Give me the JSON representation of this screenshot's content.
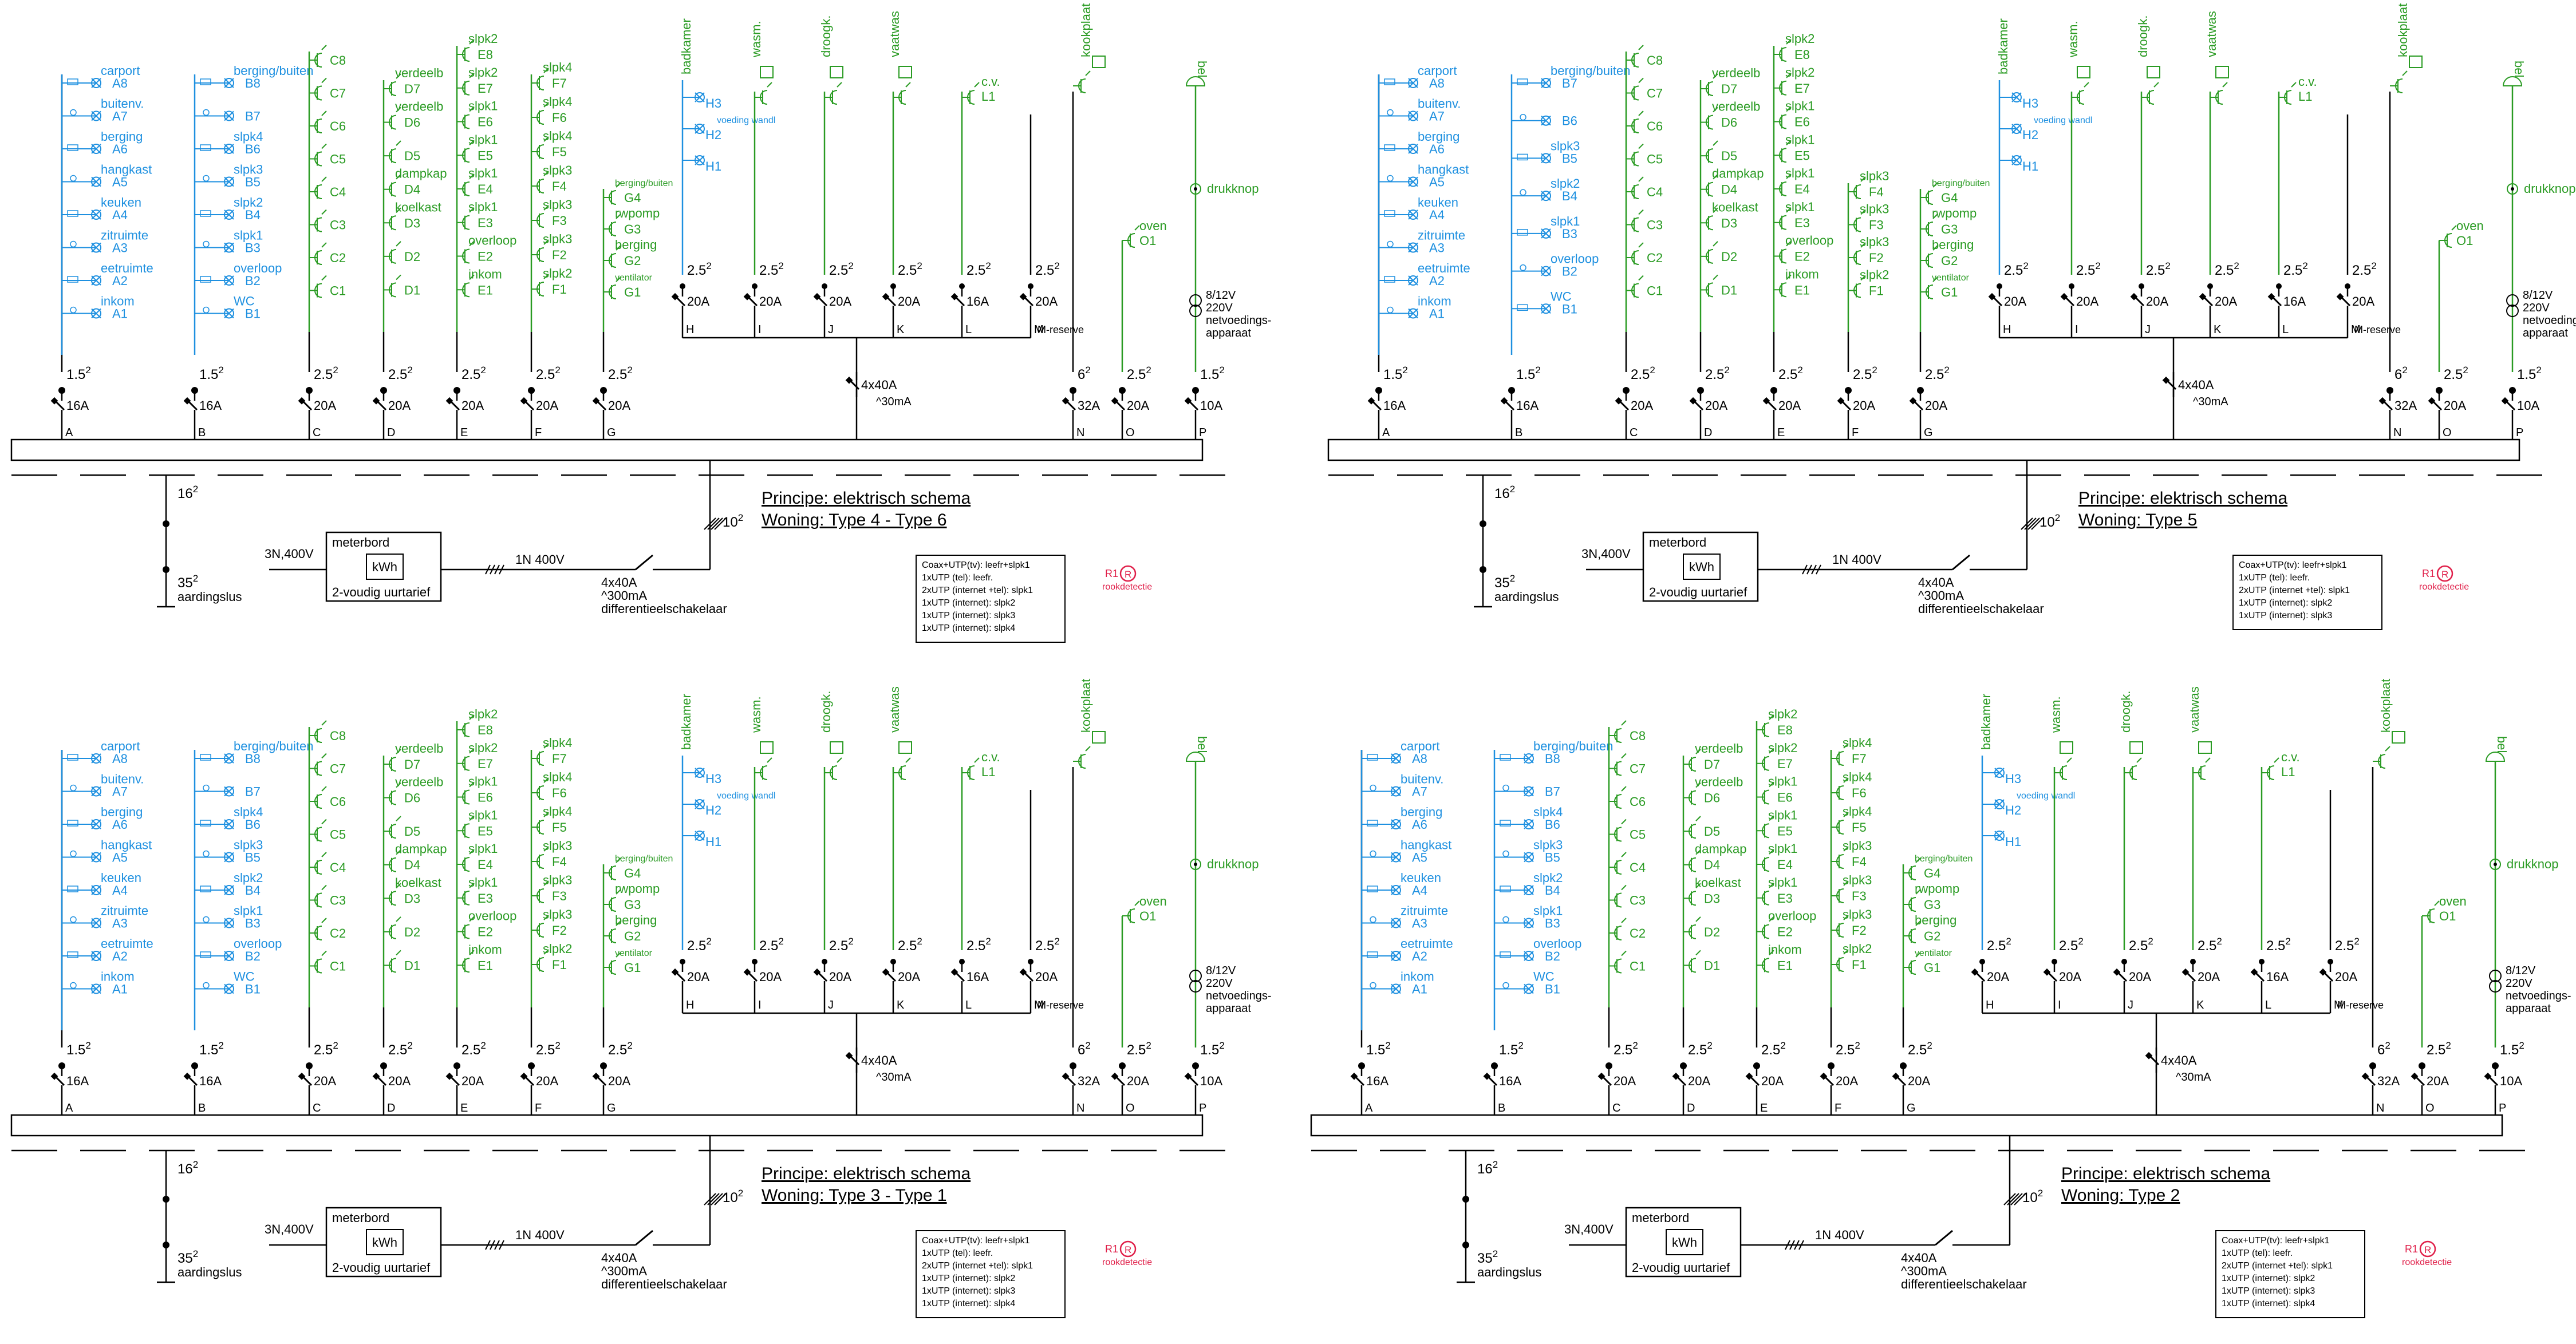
{
  "colors": {
    "ink": "#000000",
    "blue": "#1e90e0",
    "green": "#2a9b23",
    "red": "#e0204a"
  },
  "groups": {
    "A": [
      {
        "l": "carport",
        "n": "A8"
      },
      {
        "l": "buitenv.",
        "n": "A7"
      },
      {
        "l": "berging",
        "n": "A6"
      },
      {
        "l": "hangkast",
        "n": "A5"
      },
      {
        "l": "keuken",
        "n": "A4"
      },
      {
        "l": "zitruimte",
        "n": "A3"
      },
      {
        "l": "eetruimte",
        "n": "A2"
      },
      {
        "l": "inkom",
        "n": "A1"
      }
    ],
    "B_full": [
      {
        "l": "berging/buiten",
        "n": "B8"
      },
      {
        "l": "",
        "n": "B7"
      },
      {
        "l": "slpk4",
        "n": "B6"
      },
      {
        "l": "slpk3",
        "n": "B5"
      },
      {
        "l": "slpk2",
        "n": "B4"
      },
      {
        "l": "slpk1",
        "n": "B3"
      },
      {
        "l": "overloop",
        "n": "B2"
      },
      {
        "l": "WC",
        "n": "B1"
      }
    ],
    "B_t5": [
      {
        "l": "berging/buiten",
        "n": "B7"
      },
      {
        "l": "",
        "n": "B6"
      },
      {
        "l": "slpk3",
        "n": "B5"
      },
      {
        "l": "slpk2",
        "n": "B4"
      },
      {
        "l": "slpk1",
        "n": "B3"
      },
      {
        "l": "overloop",
        "n": "B2"
      },
      {
        "l": "WC",
        "n": "B1"
      }
    ],
    "C": [
      {
        "l": "",
        "n": "C8"
      },
      {
        "l": "",
        "n": "C7"
      },
      {
        "l": "",
        "n": "C6"
      },
      {
        "l": "",
        "n": "C5"
      },
      {
        "l": "",
        "n": "C4"
      },
      {
        "l": "",
        "n": "C3"
      },
      {
        "l": "",
        "n": "C2"
      },
      {
        "l": "",
        "n": "C1"
      }
    ],
    "D": [
      {
        "l": "verdeelb",
        "n": "D7"
      },
      {
        "l": "verdeelb",
        "n": "D6"
      },
      {
        "l": "",
        "n": "D5"
      },
      {
        "l": "dampkap",
        "n": "D4"
      },
      {
        "l": "koelkast",
        "n": "D3"
      },
      {
        "l": "",
        "n": "D2"
      },
      {
        "l": "",
        "n": "D1"
      }
    ],
    "E": [
      {
        "l": "slpk2",
        "n": "E8"
      },
      {
        "l": "slpk2",
        "n": "E7"
      },
      {
        "l": "slpk1",
        "n": "E6"
      },
      {
        "l": "slpk1",
        "n": "E5"
      },
      {
        "l": "slpk1",
        "n": "E4"
      },
      {
        "l": "slpk1",
        "n": "E3"
      },
      {
        "l": "overloop",
        "n": "E2"
      },
      {
        "l": "inkom",
        "n": "E1"
      }
    ],
    "F_full": [
      {
        "l": "slpk4",
        "n": "F7"
      },
      {
        "l": "slpk4",
        "n": "F6"
      },
      {
        "l": "slpk4",
        "n": "F5"
      },
      {
        "l": "slpk3",
        "n": "F4"
      },
      {
        "l": "slpk3",
        "n": "F3"
      },
      {
        "l": "slpk3",
        "n": "F2"
      },
      {
        "l": "slpk2",
        "n": "F1"
      }
    ],
    "F_t5": [
      {
        "l": "slpk3",
        "n": "F4"
      },
      {
        "l": "slpk3",
        "n": "F3"
      },
      {
        "l": "slpk3",
        "n": "F2"
      },
      {
        "l": "slpk2",
        "n": "F1"
      }
    ],
    "G": [
      {
        "l": "berging/buiten",
        "n": "G4"
      },
      {
        "l": "rwpomp",
        "n": "G3"
      },
      {
        "l": "berging",
        "n": "G2"
      },
      {
        "l": "ventilator",
        "n": "G1"
      }
    ],
    "H": {
      "title": "badkamer",
      "items": [
        {
          "l": "",
          "n": "H3"
        },
        {
          "l": "voeding wandl",
          "n": "H2"
        },
        {
          "l": "",
          "n": "H1"
        }
      ]
    },
    "I": {
      "title": "wasm."
    },
    "J": {
      "title": "droogk."
    },
    "K": {
      "title": "vaatwas"
    },
    "L": {
      "title": "c.v.",
      "n": "L1"
    },
    "N": {
      "title": "kookplaat"
    },
    "O": {
      "title": "oven",
      "n": "O1"
    },
    "P": {
      "title": "bel",
      "btn": "drukknop",
      "tr1": "8/12V",
      "tr2": "220V",
      "tr3": "netvoedings-",
      "tr4": "apparaat"
    }
  },
  "common": {
    "m_reserve": "M-reserve",
    "rcd_main": "4x40A",
    "rcd_main_ma": "^30mA",
    "ground_16": "16",
    "ground_35": "35",
    "aardingslus": "aardingslus",
    "meterbord": "meterbord",
    "kwh": "kWh",
    "uurtarief": "2-voudig uurtarief",
    "in_supply": "3N,400V",
    "mid_supply": "1N 400V",
    "diff_1": "4x40A",
    "diff_2": "^300mA",
    "diff_3": "differentieelschakelaar",
    "cable_10": "10",
    "exp2": "2",
    "r1": "R1",
    "rookdetectie": "rookdetectie"
  },
  "schemas": [
    {
      "title": "Principe: elektrisch schema",
      "subtitle": "Woning: Type 4 - Type 6",
      "variant": "full",
      "legend": [
        "Coax+UTP(tv): leefr+slpk1",
        "1xUTP (tel): leefr.",
        "2xUTP (internet +tel): slpk1",
        "1xUTP (internet): slpk2",
        "1xUTP (internet): slpk3",
        "1xUTP (internet): slpk4"
      ]
    },
    {
      "title": "Principe: elektrisch schema",
      "subtitle": "Woning: Type 5",
      "variant": "t5",
      "legend": [
        "Coax+UTP(tv): leefr+slpk1",
        "1xUTP (tel): leefr.",
        "2xUTP (internet +tel): slpk1",
        "1xUTP (internet): slpk2",
        "1xUTP (internet): slpk3"
      ]
    },
    {
      "title": "Principe: elektrisch schema",
      "subtitle": "Woning: Type 3 - Type 1",
      "variant": "full",
      "legend": [
        "Coax+UTP(tv): leefr+slpk1",
        "1xUTP (tel): leefr.",
        "2xUTP (internet +tel): slpk1",
        "1xUTP (internet): slpk2",
        "1xUTP (internet): slpk3",
        "1xUTP (internet): slpk4"
      ]
    },
    {
      "title": "Principe: elektrisch schema",
      "subtitle": "Woning: Type 2",
      "variant": "full",
      "legend": [
        "Coax+UTP(tv): leefr+slpk1",
        "1xUTP (tel): leefr.",
        "2xUTP (internet +tel): slpk1",
        "1xUTP (internet): slpk2",
        "1xUTP (internet): slpk3",
        "1xUTP (internet): slpk4"
      ]
    }
  ],
  "circuits": [
    {
      "n": "A",
      "sec": "1.5",
      "amp": "16A"
    },
    {
      "n": "B",
      "sec": "1.5",
      "amp": "16A"
    },
    {
      "n": "C",
      "sec": "2.5",
      "amp": "20A"
    },
    {
      "n": "D",
      "sec": "2.5",
      "amp": "20A"
    },
    {
      "n": "E",
      "sec": "2.5",
      "amp": "20A"
    },
    {
      "n": "F",
      "sec": "2.5",
      "amp": "20A"
    },
    {
      "n": "G",
      "sec": "2.5",
      "amp": "20A"
    },
    {
      "n": "N",
      "sec": "6",
      "amp": "32A"
    },
    {
      "n": "O",
      "sec": "2.5",
      "amp": "20A"
    },
    {
      "n": "P",
      "sec": "1.5",
      "amp": "10A"
    }
  ],
  "sub_circuits": [
    {
      "n": "H",
      "sec": "2.5",
      "amp": "20A"
    },
    {
      "n": "I",
      "sec": "2.5",
      "amp": "20A"
    },
    {
      "n": "J",
      "sec": "2.5",
      "amp": "20A"
    },
    {
      "n": "K",
      "sec": "2.5",
      "amp": "20A"
    },
    {
      "n": "L",
      "sec": "2.5",
      "amp": "16A"
    },
    {
      "n": "M",
      "sec": "2.5",
      "amp": "20A"
    }
  ]
}
